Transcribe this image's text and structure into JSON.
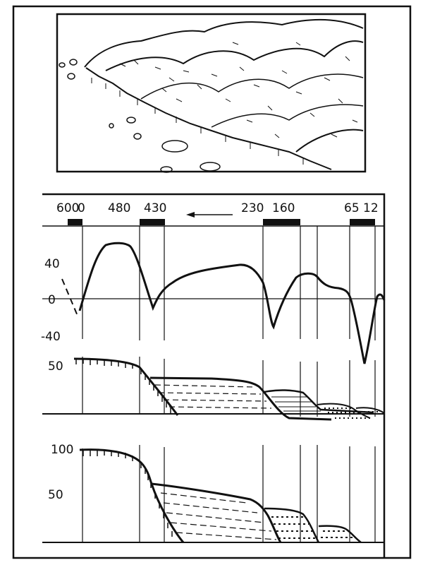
{
  "colors": {
    "ink": "#111111",
    "paper": "#ffffff"
  },
  "profile": {
    "distance_labels": [
      "600",
      "0",
      "480",
      "430",
      "230",
      "160",
      "65",
      "12"
    ],
    "direction": "arrow-left-icon",
    "y_ticks": [
      "40",
      "0",
      "-40"
    ]
  },
  "section_1": {
    "y_ticks": [
      "50"
    ]
  },
  "section_2": {
    "y_ticks": [
      "100",
      "50"
    ]
  }
}
